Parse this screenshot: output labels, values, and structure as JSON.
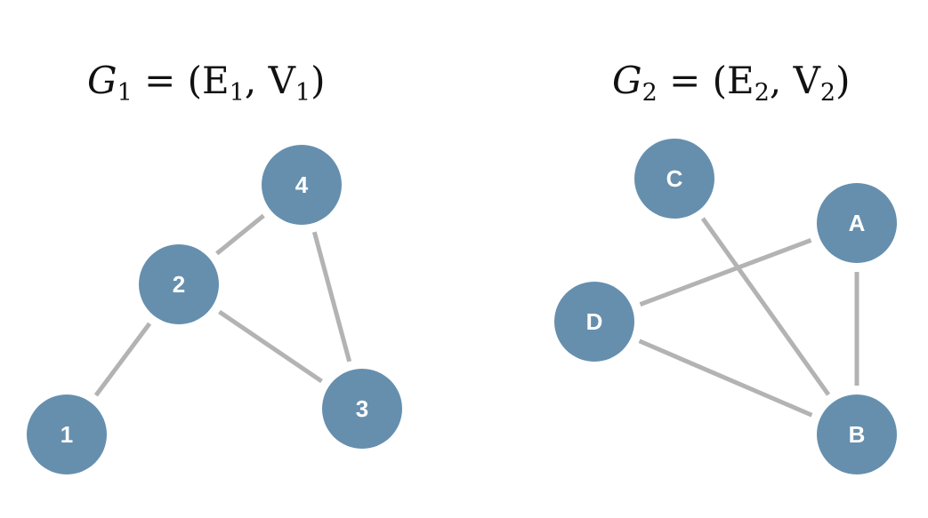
{
  "colors": {
    "node_fill": "#668fae",
    "edge": "#b3b3b3",
    "node_text": "#ffffff",
    "background": "#ffffff"
  },
  "graphs": [
    {
      "title": {
        "main": "G",
        "sub": "1",
        "eq": " = (E",
        "sub2": "1",
        "mid": ", V",
        "sub3": "1",
        "end": ")"
      },
      "nodes": [
        {
          "id": "1",
          "label": "1"
        },
        {
          "id": "2",
          "label": "2"
        },
        {
          "id": "3",
          "label": "3"
        },
        {
          "id": "4",
          "label": "4"
        }
      ],
      "edges": [
        [
          "1",
          "2"
        ],
        [
          "2",
          "4"
        ],
        [
          "2",
          "3"
        ],
        [
          "4",
          "3"
        ]
      ]
    },
    {
      "title": {
        "main": "G",
        "sub": "2",
        "eq": " = (E",
        "sub2": "2",
        "mid": ", V",
        "sub3": "2",
        "end": ")"
      },
      "nodes": [
        {
          "id": "C",
          "label": "C"
        },
        {
          "id": "A",
          "label": "A"
        },
        {
          "id": "D",
          "label": "D"
        },
        {
          "id": "B",
          "label": "B"
        }
      ],
      "edges": [
        [
          "C",
          "B"
        ],
        [
          "D",
          "A"
        ],
        [
          "A",
          "B"
        ],
        [
          "D",
          "B"
        ]
      ]
    }
  ]
}
